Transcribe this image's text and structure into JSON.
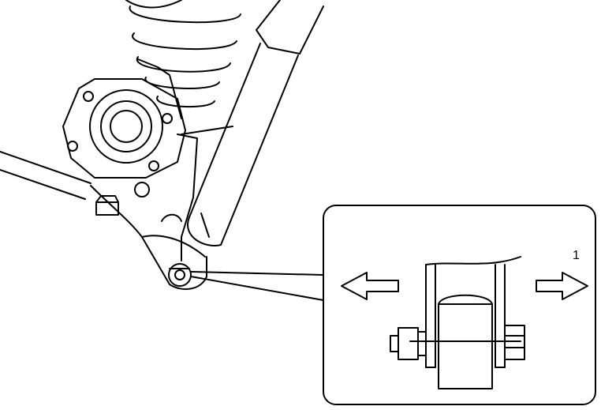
{
  "diagram": {
    "callout_number": "1",
    "line_color": "#000000",
    "background_color": "#ffffff",
    "components": {
      "coil_spring": "coil-spring",
      "shock_absorber": "shock-absorber",
      "wheel_hub": "wheel-hub",
      "trailing_arm": "trailing-arm",
      "lower_mount_bolt": "lower-mount-bolt",
      "detail_inset": "bushing-detail-inset",
      "left_arrow": "arrow-left-icon",
      "right_arrow": "arrow-right-icon"
    }
  }
}
